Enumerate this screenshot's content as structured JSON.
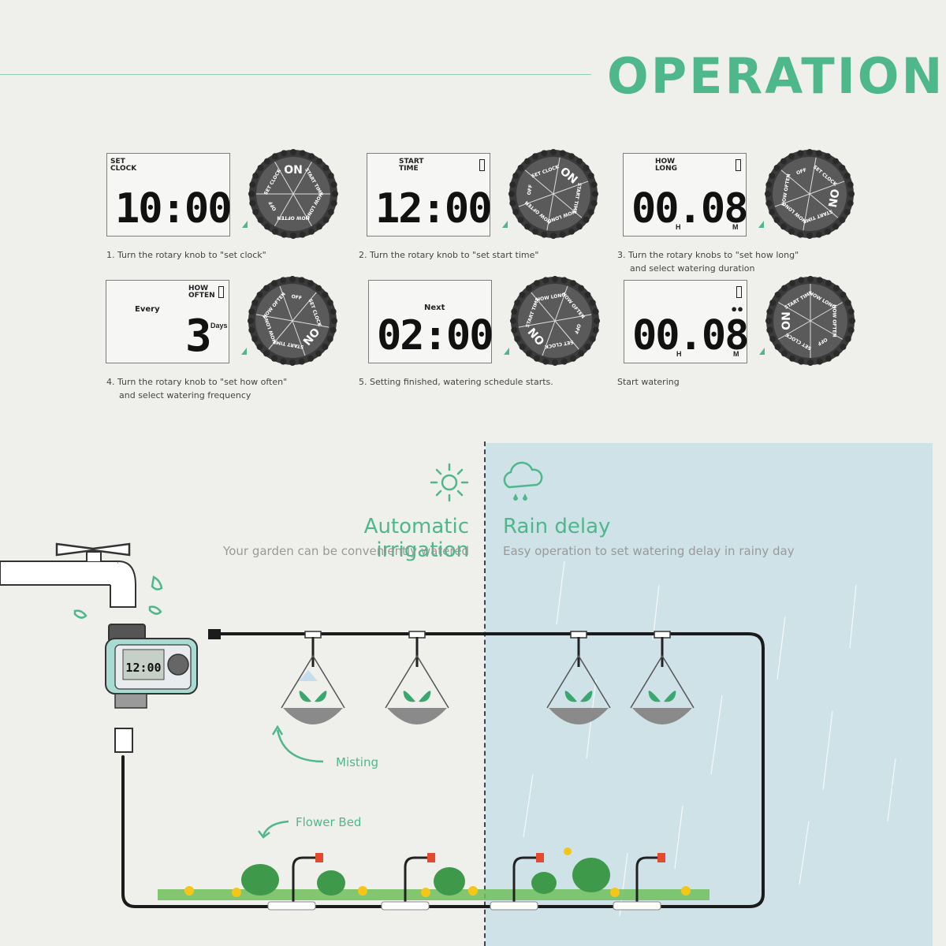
{
  "header": {
    "title": "OPERATION"
  },
  "steps": [
    {
      "label_top": "SET",
      "label_bottom": "CLOCK",
      "digits": "10:00",
      "caption_lines": [
        "1. Turn the rotary knob to \"set clock\""
      ]
    },
    {
      "label_top": "START",
      "label_bottom": "TIME",
      "digits": "12:00",
      "caption_lines": [
        "2. Turn the rotary knob to \"set start time\""
      ]
    },
    {
      "label_top": "HOW",
      "label_bottom": "LONG",
      "digits": "00.08",
      "hour_unit": "H",
      "minute_unit": "M",
      "caption_lines": [
        "3. Turn the rotary knobs to \"set how long\"",
        "and select watering duration"
      ]
    },
    {
      "label_top": "HOW",
      "label_bottom": "OFTEN",
      "every_label": "Every",
      "digits": "3",
      "days_unit": "Days",
      "caption_lines": [
        "4. Turn the rotary knob to \"set how often\"",
        "and select watering frequency"
      ]
    },
    {
      "next_label": "Next",
      "digits": "02:00",
      "caption_lines": [
        "5. Setting finished, watering schedule starts."
      ]
    },
    {
      "digits": "00.08",
      "hour_unit": "H",
      "minute_unit": "M",
      "caption_lines": [
        "Start watering"
      ]
    }
  ],
  "knob": {
    "labels": [
      "ON",
      "START TIME",
      "HOW LONG",
      "HOW OFTEN",
      "OFF",
      "SET CLOCK"
    ]
  },
  "features": {
    "auto": {
      "title": "Automatic irrigation",
      "subtitle": "Your garden can be conveniently watered"
    },
    "rain": {
      "title": "Rain delay",
      "subtitle": "Easy operation to set watering delay in rainy day"
    }
  },
  "annotations": {
    "misting": "Misting",
    "flower_bed": "Flower Bed"
  },
  "device": {
    "display": "12:00"
  },
  "colors": {
    "accent": "#4fb88a",
    "rain_panel": "#c8dfe8",
    "lcd_border": "#7d7d7d",
    "knob_face": "#5a5a5a"
  }
}
